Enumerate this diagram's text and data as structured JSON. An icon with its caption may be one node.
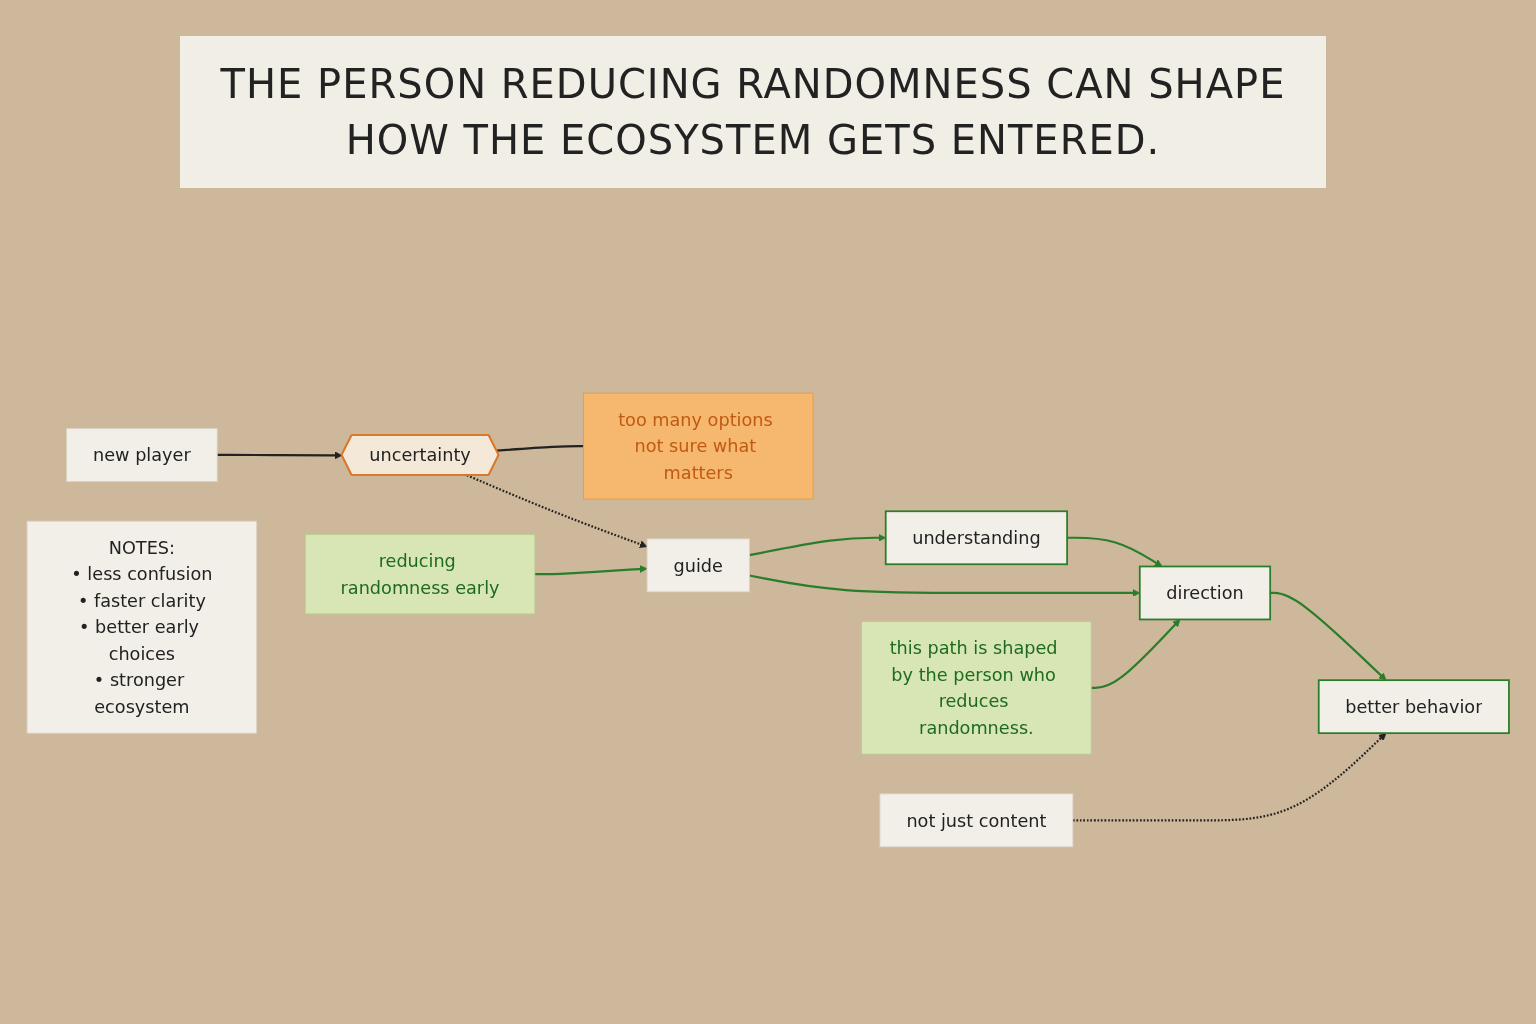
{
  "diagram": {
    "title": "THE PERSON REDUCING RANDOMNESS CAN SHAPE HOW THE ECOSYSTEM GETS ENTERED.",
    "nodes": [
      {
        "text": [
          "new player"
        ]
      },
      {
        "text": [
          "uncertainty"
        ]
      },
      {
        "text": [
          "too many options not sure what matters"
        ]
      },
      {
        "text": [
          "reducing randomness early"
        ]
      },
      {
        "text": [
          "guide"
        ]
      },
      {
        "text": [
          "understanding"
        ]
      },
      {
        "text": [
          "direction"
        ]
      },
      {
        "text": [
          "better behavior"
        ]
      },
      {
        "text": [
          "this path is shaped by the person who reduces randomness."
        ]
      },
      {
        "text": [
          "not just content"
        ]
      },
      {
        "text": [
          "NOTES:",
          "• less confusion",
          "• faster clarity",
          "• better early choices",
          "• stronger ecosystem"
        ]
      }
    ],
    "edges": [
      {
        "from": 0,
        "to": 1,
        "arrow": "to",
        "color": "#222222"
      },
      {
        "from": 1,
        "to": 4,
        "arrow": "to",
        "style": "dashed",
        "color": "#222222"
      },
      {
        "from": 1,
        "to": 2,
        "arrow": "none",
        "color": "#222222"
      },
      {
        "from": 3,
        "to": 4,
        "arrow": "to"
      },
      {
        "from": 4,
        "to": 5,
        "arrow": "to"
      },
      {
        "from": 5,
        "to": 6,
        "arrow": "to"
      },
      {
        "from": 6,
        "to": 7,
        "arrow": "to"
      },
      {
        "from": 4,
        "to": 6,
        "arrow": "to"
      },
      {
        "from": 8,
        "to": 6,
        "arrow": "to"
      },
      {
        "from": 9,
        "to": 7,
        "arrow": "to",
        "style": "dashed",
        "color": "#222222"
      }
    ]
  }
}
